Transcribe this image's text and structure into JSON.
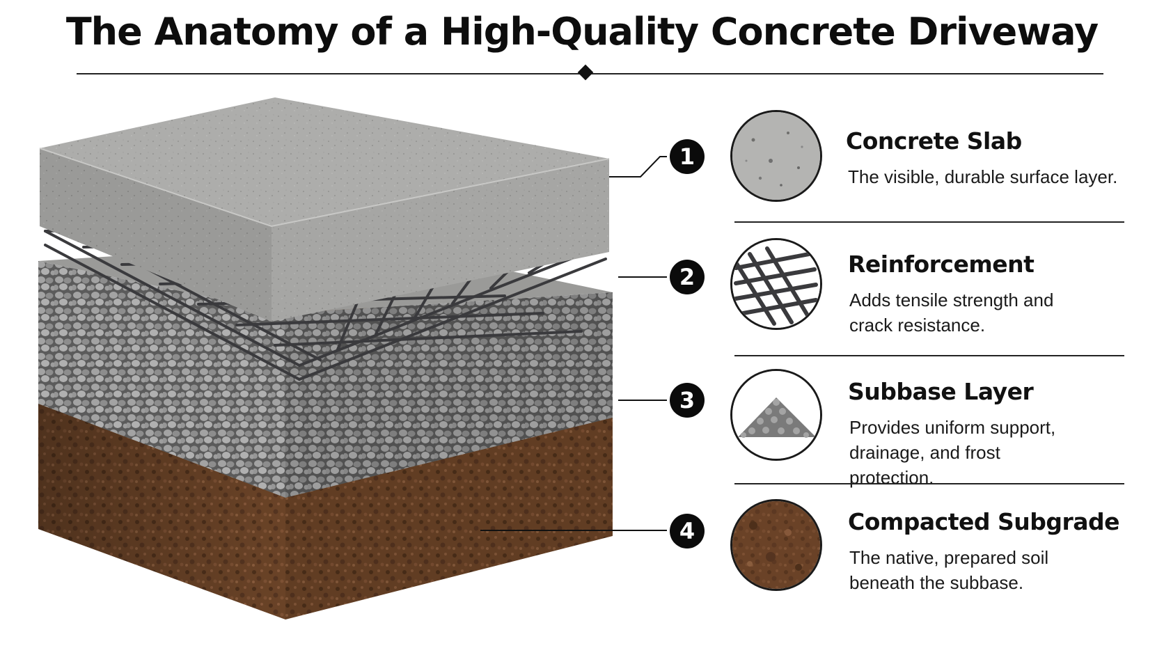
{
  "title": "The Anatomy of a High-Quality Concrete Driveway",
  "layers": [
    {
      "number": "1",
      "name": "Concrete Slab",
      "description": "The visible, durable surface layer.",
      "icon": "concrete-slab-icon"
    },
    {
      "number": "2",
      "name": "Reinforcement",
      "description": "Adds tensile strength and crack resistance.",
      "icon": "rebar-mesh-icon"
    },
    {
      "number": "3",
      "name": "Subbase Layer",
      "description": "Provides uniform support, drainage, and frost protection.",
      "icon": "gravel-pile-icon"
    },
    {
      "number": "4",
      "name": "Compacted Subgrade",
      "description": "The native, prepared soil beneath the subbase.",
      "icon": "soil-icon"
    }
  ],
  "colors": {
    "concrete": "#a9a9a7",
    "rebar": "#3f3f42",
    "gravel": "#8e8e8e",
    "soil": "#6a4327",
    "badge": "#0b0b0b"
  }
}
